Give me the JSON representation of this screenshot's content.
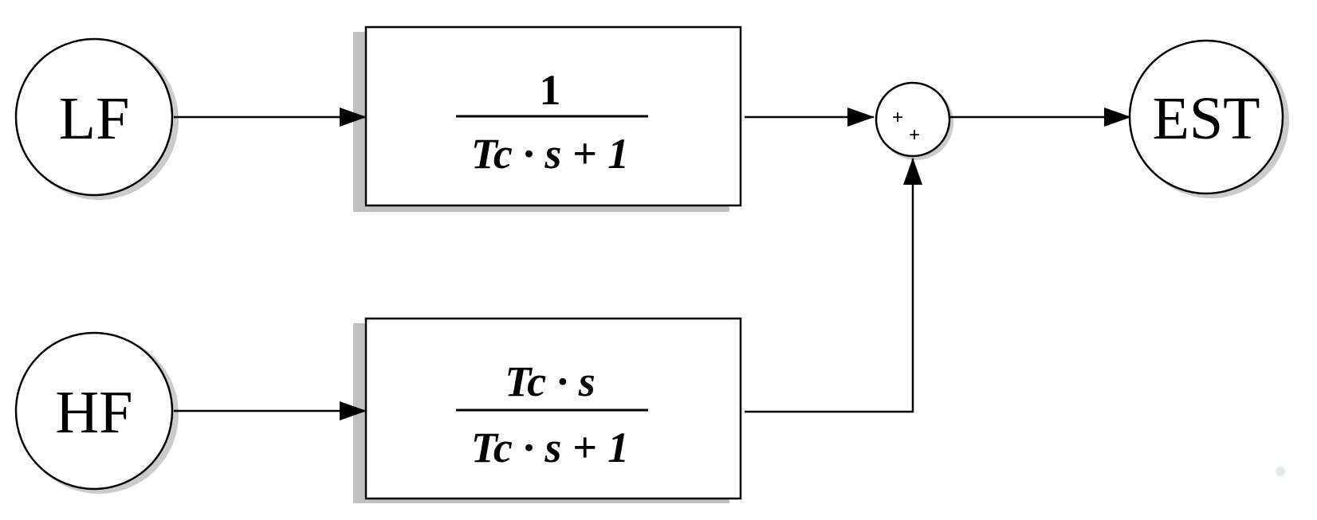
{
  "nodes": {
    "lf": {
      "label": "LF"
    },
    "hf": {
      "label": "HF"
    },
    "est": {
      "label": "EST"
    }
  },
  "blocks": {
    "lowpass": {
      "numerator": "1",
      "denominator": "Tc · s + 1"
    },
    "highpass": {
      "numerator": "Tc · s",
      "denominator": "Tc · s + 1"
    }
  },
  "summing_junction": {
    "sign_top": "+",
    "sign_bottom": "+"
  },
  "colors": {
    "stroke": "#000000",
    "block_fill": "#ffffff",
    "shadow": "#8c8c8c",
    "background": "#ffffff",
    "accent_dot": "#dfe9f3"
  }
}
